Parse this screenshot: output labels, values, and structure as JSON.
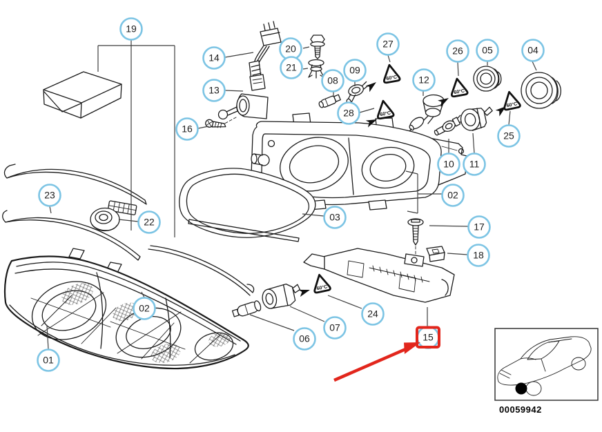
{
  "figure": {
    "image_code": "00059942",
    "warning_triangle_label": "60°C"
  },
  "colors": {
    "callout_ring": "#7cc4e4",
    "highlight_red": "#e2261c",
    "line_art": "#1a1a1a",
    "background": "#ffffff"
  },
  "highlight": {
    "callout": "15"
  },
  "callouts": [
    {
      "label": "19"
    },
    {
      "label": "14"
    },
    {
      "label": "20"
    },
    {
      "label": "21"
    },
    {
      "label": "13"
    },
    {
      "label": "16"
    },
    {
      "label": "08"
    },
    {
      "label": "09"
    },
    {
      "label": "27"
    },
    {
      "label": "28"
    },
    {
      "label": "12"
    },
    {
      "label": "26"
    },
    {
      "label": "05"
    },
    {
      "label": "04"
    },
    {
      "label": "25"
    },
    {
      "label": "10"
    },
    {
      "label": "11"
    },
    {
      "label": "02"
    },
    {
      "label": "03"
    },
    {
      "label": "23"
    },
    {
      "label": "22"
    },
    {
      "label": "17"
    },
    {
      "label": "18"
    },
    {
      "label": "02"
    },
    {
      "label": "24"
    },
    {
      "label": "07"
    },
    {
      "label": "06"
    },
    {
      "label": "01"
    },
    {
      "label": "15",
      "highlighted": true
    }
  ]
}
